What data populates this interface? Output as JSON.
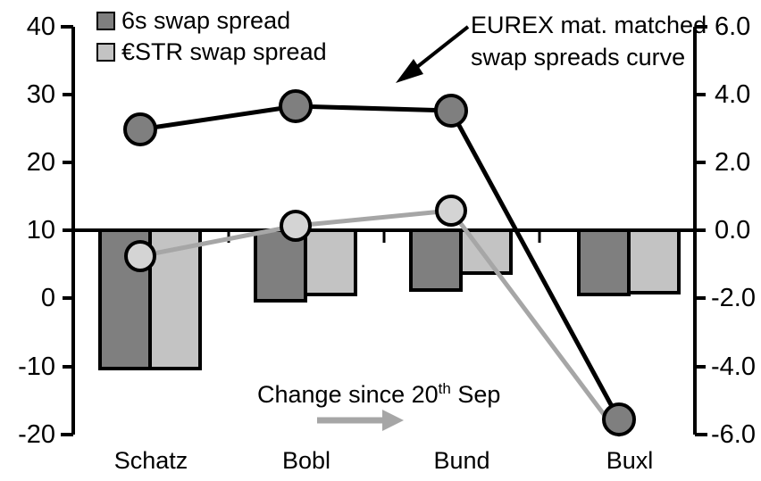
{
  "chart_data": {
    "type": "bar",
    "title": "",
    "subtitle": "",
    "xlabel": "",
    "ylabel": "",
    "categories": [
      "Schatz",
      "Bobl",
      "Bund",
      "Buxl"
    ],
    "left_axis": {
      "label": "",
      "ticks": [
        "40",
        "30",
        "20",
        "10",
        "0",
        "-10",
        "-20"
      ],
      "tick_values": [
        40,
        30,
        20,
        10,
        0,
        -10,
        -20
      ],
      "ylim": [
        -20,
        40
      ]
    },
    "right_axis": {
      "label": "",
      "ticks": [
        "6.0",
        "4.0",
        "2.0",
        "0.0",
        "-2.0",
        "-4.0",
        "-6.0"
      ],
      "tick_values": [
        6.0,
        4.0,
        2.0,
        0.0,
        -2.0,
        -4.0,
        -6.0
      ],
      "ylim": [
        -6.0,
        6.0
      ]
    },
    "grid": false,
    "legend_position": "top-left",
    "zero_line_left_value": 10,
    "series": [
      {
        "name": "6s swap spread",
        "kind": "bar",
        "axis": "right",
        "color": "#7f7f7f",
        "edge_color": "#000000",
        "values": [
          -4.05,
          -1.93,
          -1.32,
          -1.48
        ]
      },
      {
        "name": "€STR swap spread",
        "kind": "bar",
        "axis": "right",
        "color": "#c3c3c3",
        "edge_color": "#000000",
        "values": [
          -4.05,
          -1.72,
          -0.9,
          -1.43
        ]
      },
      {
        "name": "EUREX mat. matched swap spreads curve",
        "kind": "line",
        "axis": "left",
        "color": "#000000",
        "marker_fill": "#7f7f7f",
        "values": [
          24.5,
          27.9,
          27.3,
          -17.8
        ]
      },
      {
        "name": "Change since 20th Sep",
        "kind": "line",
        "axis": "left",
        "color": "#a6a6a6",
        "marker_fill": "#d4d4d4",
        "values": [
          6.1,
          10.6,
          12.8,
          -20.6
        ]
      }
    ],
    "annotations": [
      {
        "id": "curve-callout",
        "line1": "EUREX mat. matched",
        "line2": "swap spreads curve",
        "has_arrow": true,
        "arrow_color": "#000000"
      },
      {
        "id": "change-callout",
        "text_prefix": "Change since 20",
        "text_sup": "th",
        "text_suffix": " Sep",
        "has_arrow": true,
        "arrow_color": "#a6a6a6"
      }
    ]
  },
  "legend": {
    "items": [
      {
        "label": "6s swap spread",
        "color": "#7f7f7f"
      },
      {
        "label": "€STR swap spread",
        "color": "#c3c3c3"
      }
    ]
  },
  "axis_left_labels": [
    "40",
    "30",
    "20",
    "10",
    "0",
    "-10",
    "-20"
  ],
  "axis_right_labels": [
    "6.0",
    "4.0",
    "2.0",
    "0.0",
    "-2.0",
    "-4.0",
    "-6.0"
  ],
  "category_labels": [
    "Schatz",
    "Bobl",
    "Bund",
    "Buxl"
  ],
  "callout_curve": {
    "line1": "EUREX mat. matched",
    "line2": "swap spreads curve"
  },
  "callout_change": {
    "prefix": "Change since 20",
    "sup": "th",
    "suffix": " Sep"
  }
}
